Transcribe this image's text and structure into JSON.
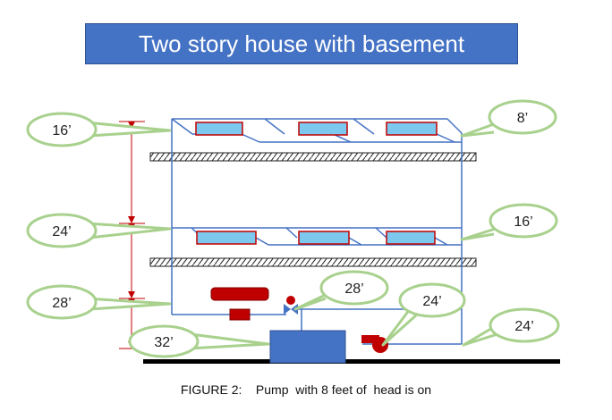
{
  "title": "Two story house with basement",
  "caption": "FIGURE 2:    Pump  with 8 feet of  head is on",
  "callouts": {
    "left_top": "16’",
    "left_mid": "24’",
    "left_low": "28’",
    "left_bottom": "32’",
    "right_top": "8’",
    "right_mid": "16’",
    "valve": "28’",
    "pump": "24’",
    "right_bottom": "24’"
  },
  "colors": {
    "banner": "#4472c4",
    "pipe": "#4472c4",
    "radiator_fill": "#7cc8ee",
    "radiator_edge": "#c00000",
    "boiler": "#4472c4",
    "pump": "#c00000",
    "dimension_arrow": "#c00000",
    "callout_fill": "#ffffff",
    "callout_edge": "#a9d18e"
  }
}
